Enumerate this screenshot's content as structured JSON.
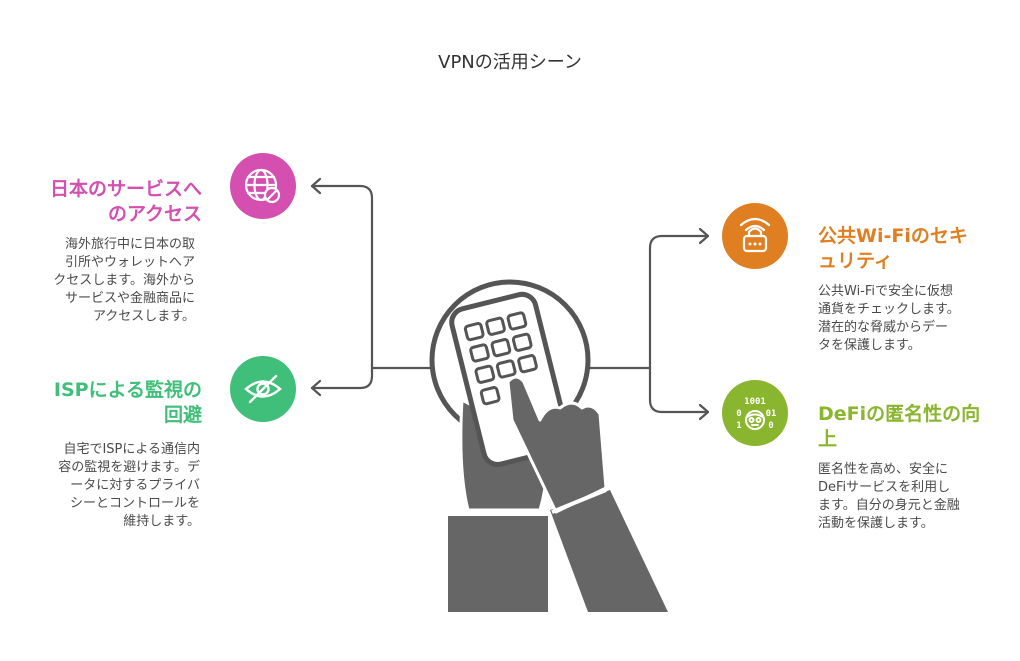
{
  "title": "VPNの活用シーン",
  "colors": {
    "pink": "#d44fb0",
    "green": "#3fbf79",
    "orange": "#e07f22",
    "lime": "#8ab52e",
    "line": "#555555",
    "hand": "#666666"
  },
  "items": [
    {
      "id": "japan-services",
      "heading_line1": "日本のサービスへ",
      "heading_line2": "のアクセス",
      "desc_lines": [
        "海外旅行中に日本の取",
        "引所やウォレットへア",
        "クセスします。海外から",
        "サービスや金融商品に",
        "アクセスします。"
      ],
      "icon": "globe-icon"
    },
    {
      "id": "isp-avoid",
      "heading_line1": "ISPによる監視の",
      "heading_line2": "回避",
      "desc_lines": [
        "自宅でISPによる通信内",
        "容の監視を避けます。デ",
        "ータに対するプライバ",
        "シーとコントロールを",
        "維持します。"
      ],
      "icon": "eye-slash-icon"
    },
    {
      "id": "public-wifi",
      "heading_line1": "公共Wi-Fiのセキ",
      "heading_line2": "ュリティ",
      "desc_lines": [
        "公共Wi-Fiで安全に仮想",
        "通貨をチェックします。",
        "潜在的な脅威からデー",
        "タを保護します。"
      ],
      "icon": "wifi-lock-icon"
    },
    {
      "id": "defi-anon",
      "heading_line1": "DeFiの匿名性の向",
      "heading_line2": "上",
      "desc_lines": [
        "匿名性を高め、安全に",
        "DeFiサービスを利用し",
        "ます。自分の身元と金融",
        "活動を保護します。"
      ],
      "icon": "anonymous-binary-icon"
    }
  ],
  "binary_text": {
    "row1": "1001",
    "row2_left": "0",
    "row2_right": "01",
    "row3_left": "1",
    "row3_right": "0"
  }
}
